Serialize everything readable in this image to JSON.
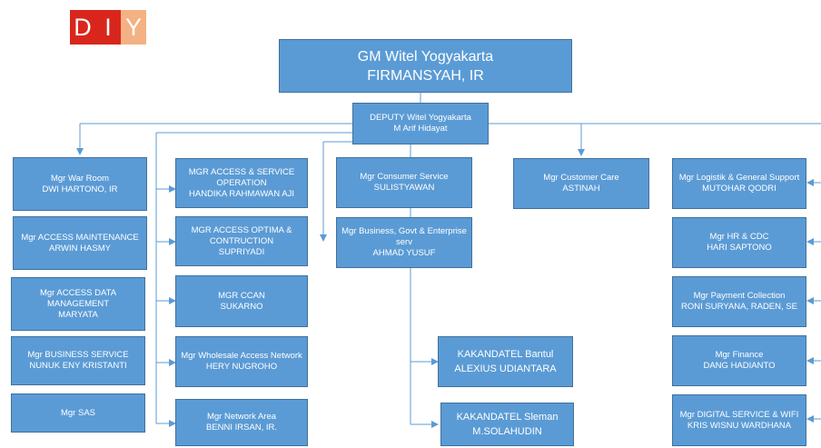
{
  "logo": {
    "letters": [
      "D",
      "I",
      "Y"
    ],
    "colors": [
      "#D9261C",
      "#D9261C",
      "#F4B183"
    ]
  },
  "colors": {
    "box_fill": "#5B9BD5",
    "box_border": "#41719C",
    "connector": "#5B9BD5"
  },
  "gm": {
    "title": "GM Witel Yogyakarta",
    "name": "FIRMANSYAH, IR"
  },
  "deputy": {
    "title": "DEPUTY Witel Yogyakarta",
    "name": "M Arif Hidayat"
  },
  "col1": [
    {
      "title": "Mgr War Room",
      "name": "DWI HARTONO, IR"
    },
    {
      "title": "Mgr  ACCESS MAINTENANCE",
      "name": "ARWIN HASMY"
    },
    {
      "title": "Mgr  ACCESS DATA MANAGEMENT",
      "name": "MARYATA"
    },
    {
      "title": "Mgr  BUSINESS SERVICE",
      "name": "NUNUK ENY KRISTANTI"
    },
    {
      "title": "Mgr  SAS",
      "name": ""
    }
  ],
  "col2": [
    {
      "title": "MGR ACCESS & SERVICE OPERATION",
      "name": "HANDIKA RAHMAWAN AJI"
    },
    {
      "title": "MGR ACCESS OPTIMA & CONTRUCTION",
      "name": "SUPRIYADI"
    },
    {
      "title": "MGR CCAN",
      "name": "SUKARNO"
    },
    {
      "title": "Mgr Wholesale Access Network",
      "name": "HERY NUGROHO"
    },
    {
      "title": "Mgr Network Area",
      "name": "BENNI IRSAN, IR."
    }
  ],
  "col3": [
    {
      "title": "Mgr Consumer Service",
      "name": "SULISTYAWAN"
    },
    {
      "title": "Mgr Business, Govt & Enterprise serv",
      "name": "AHMAD YUSUF"
    }
  ],
  "kandatel": [
    {
      "title": "KAKANDATEL Bantul",
      "name": "ALEXIUS UDIANTARA"
    },
    {
      "title": "KAKANDATEL Sleman",
      "name": "M.SOLAHUDIN"
    }
  ],
  "col4": [
    {
      "title": "Mgr Customer Care",
      "name": "ASTINAH"
    }
  ],
  "col5": [
    {
      "title": "Mgr Logistik & General Support",
      "name": "MUTOHAR QODRI"
    },
    {
      "title": "Mgr HR & CDC",
      "name": "HARI SAPTONO"
    },
    {
      "title": "Mgr Payment Collection",
      "name": "RONI SURYANA, RADEN, SE"
    },
    {
      "title": "Mgr Finance",
      "name": "DANG HADIANTO"
    },
    {
      "title": "Mgr DIGITAL SERVICE & WIFI",
      "name": "KRIS WISNU WARDHANA"
    }
  ]
}
